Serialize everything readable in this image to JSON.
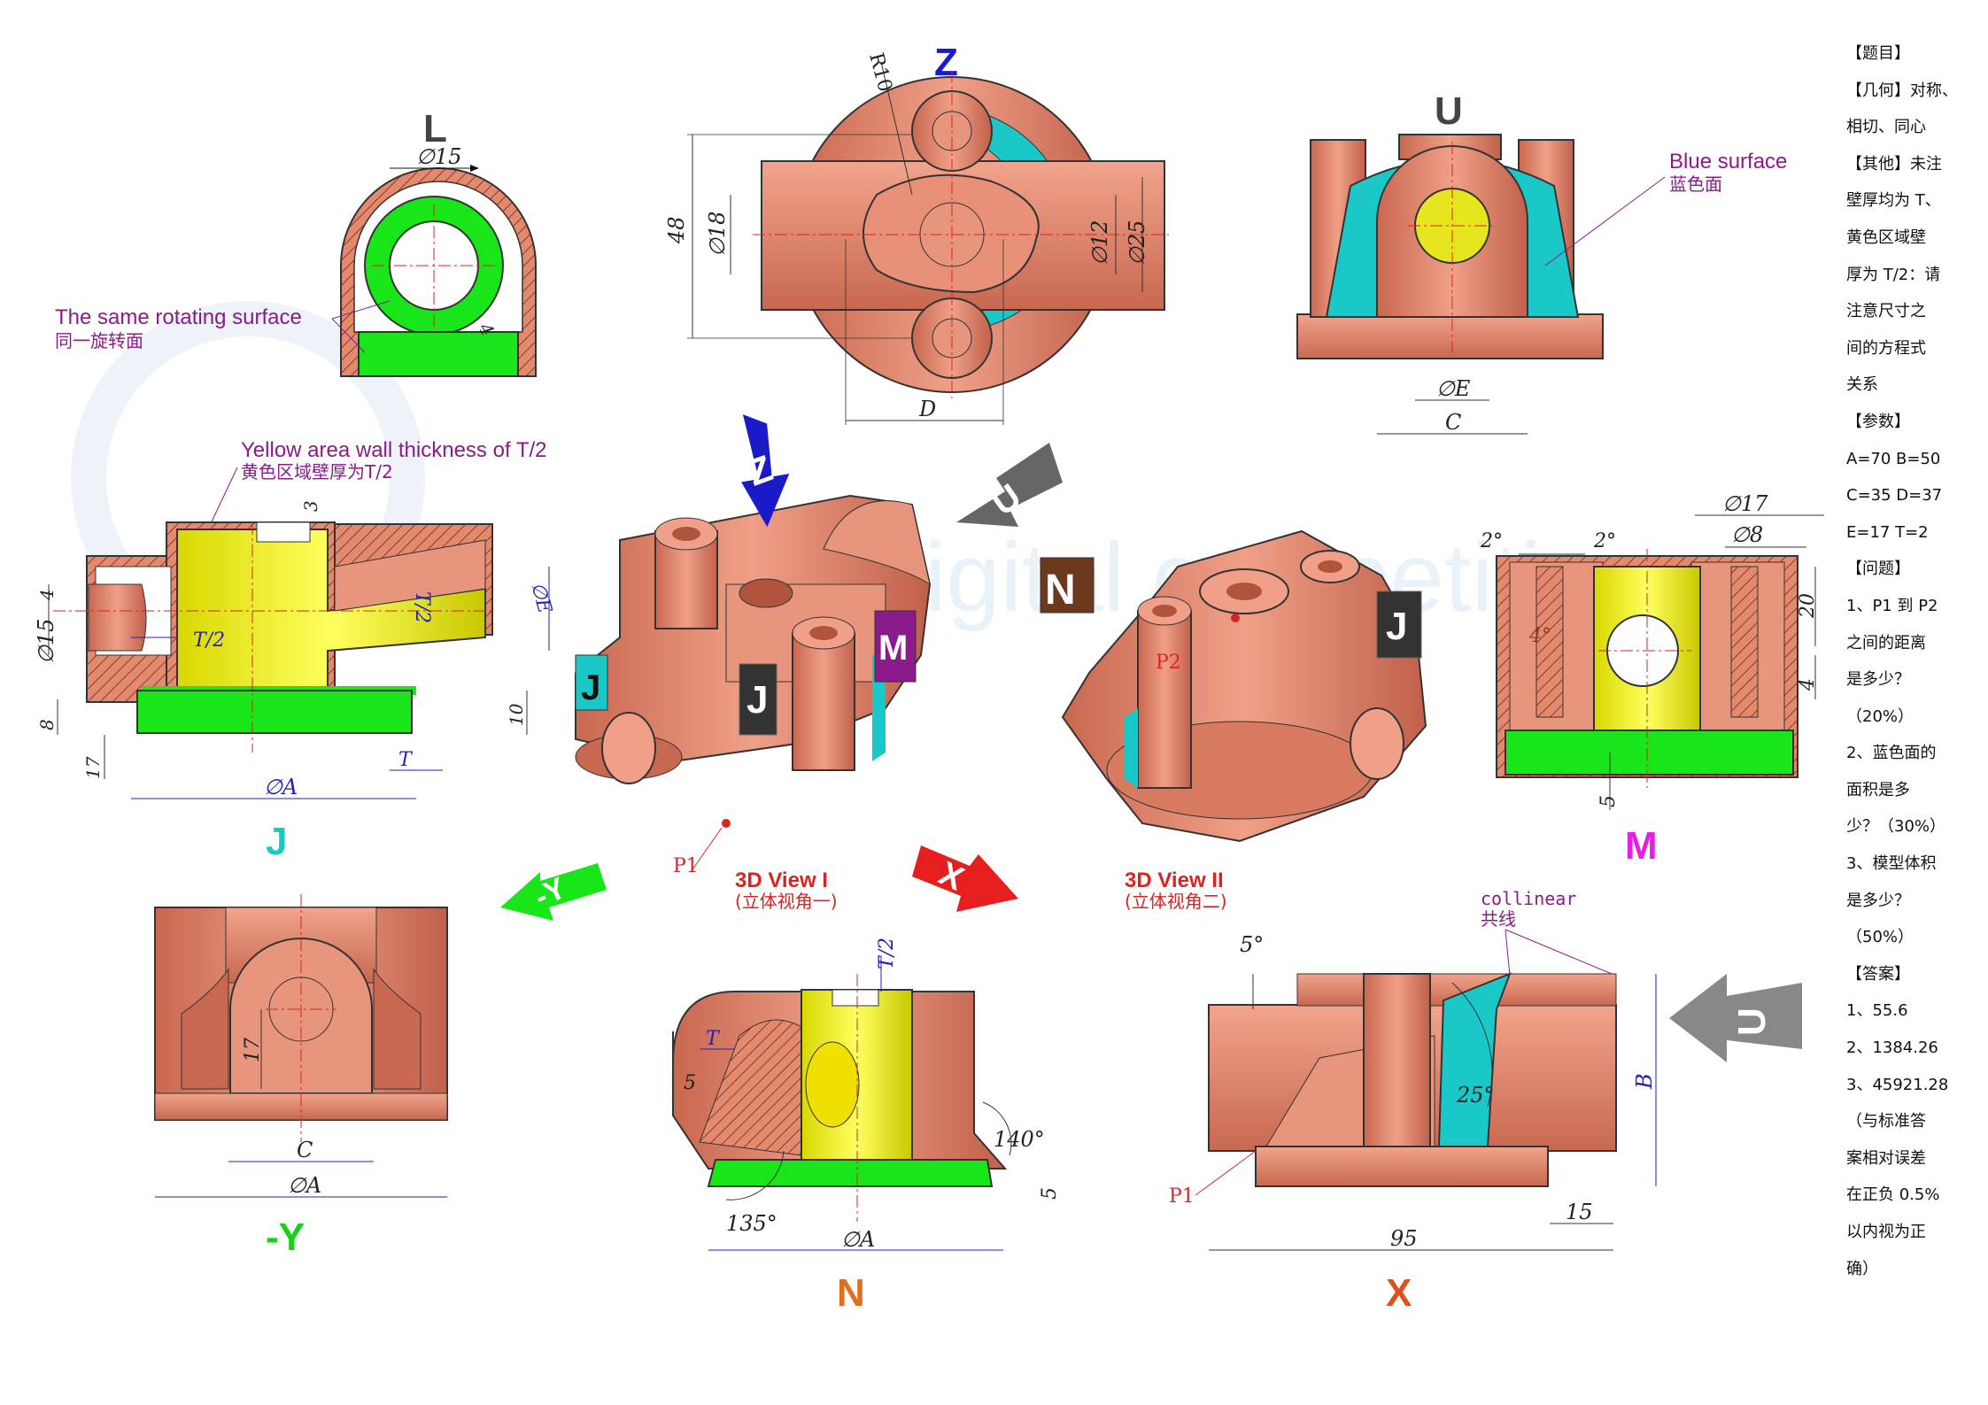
{
  "watermark": {
    "text": "CAD digital competition"
  },
  "views": {
    "L": {
      "name": "L",
      "dim_phi": "∅15",
      "dim_wall": "4",
      "note_en": "The same rotating surface",
      "note_zh": "同一旋转面"
    },
    "Z": {
      "name": "Z",
      "r10": "R10",
      "d48": "48",
      "d18": "∅18",
      "d12": "∅12",
      "d25": "∅25",
      "dD": "D"
    },
    "U": {
      "name": "U",
      "note_en": "Blue surface",
      "note_zh": "蓝色面",
      "dE": "∅E",
      "dC": "C"
    },
    "J": {
      "name": "J",
      "note_en": "Yellow area wall thickness of T/2",
      "note_zh": "黄色区域壁厚为T/2",
      "d3": "3",
      "d4": "4",
      "d15": "∅15",
      "dT2a": "T/2",
      "dT2b": "T/2",
      "dE": "∅E",
      "d8": "8",
      "d10": "10",
      "d17": "17",
      "dT": "T",
      "dA": "∅A"
    },
    "M": {
      "name": "M",
      "d17": "∅17",
      "d8": "∅8",
      "a2a": "2°",
      "a2b": "2°",
      "a4": "4°",
      "d20": "20",
      "d4": "4",
      "d5": "5"
    },
    "Y": {
      "name": "-Y",
      "d17": "17",
      "dC": "C",
      "dA": "∅A"
    },
    "N": {
      "name": "N",
      "dT2": "T/2",
      "dT": "T",
      "d5a": "5",
      "a140": "140°",
      "d5b": "5",
      "a135": "135°",
      "dA": "∅A"
    },
    "X": {
      "name": "X",
      "a5": "5°",
      "collinear_en": "collinear",
      "collinear_zh": "共线",
      "a25": "25°",
      "dB": "B",
      "p1": "P1",
      "d15": "15",
      "d95": "95"
    },
    "iso1": {
      "title": "3D View I",
      "sub": "(立体视角一)",
      "p1": "P1",
      "arrow_z": "Z",
      "arrow_u": "U",
      "arrow_y": "-Y",
      "arrow_x": "X",
      "flag_j1": "J",
      "flag_j2": "J",
      "flag_m": "M"
    },
    "iso2": {
      "title": "3D View II",
      "sub": "(立体视角二)",
      "p2": "P2",
      "flag_n": "N",
      "flag_j": "J"
    },
    "u_arrow": {
      "label": "U"
    }
  },
  "sidebar": [
    "【题目】",
    "【几何】对称、",
    "相切、同心",
    "【其他】未注",
    "壁厚均为 T、",
    "黄色区域壁",
    "厚为 T/2：请",
    "注意尺寸之",
    "间的方程式",
    "关系",
    "【参数】",
    "A=70     B=50",
    "C=35     D=37",
    "E=17     T=2",
    "【问题】",
    "1、P1 到 P2",
    "之间的距离",
    "是多少？",
    "（20%）",
    "2、蓝色面的",
    "面积是多",
    "少？（30%）",
    "3、模型体积",
    "是多少？",
    "（50%）",
    "【答案】",
    "1、55.6",
    "2、1384.26",
    "3、45921.28",
    "（与标准答",
    "案相对误差",
    "在正负 0.5%",
    "以内视为正",
    "确）"
  ],
  "colors": {
    "copper": "#E38A6E",
    "copper_dark": "#B0543E",
    "green": "#19E619",
    "yellow": "#E6E61E",
    "cyan": "#1AC8C8",
    "dim": "#2222BB",
    "purple": "#8B1A8B",
    "red": "#DD1111"
  }
}
